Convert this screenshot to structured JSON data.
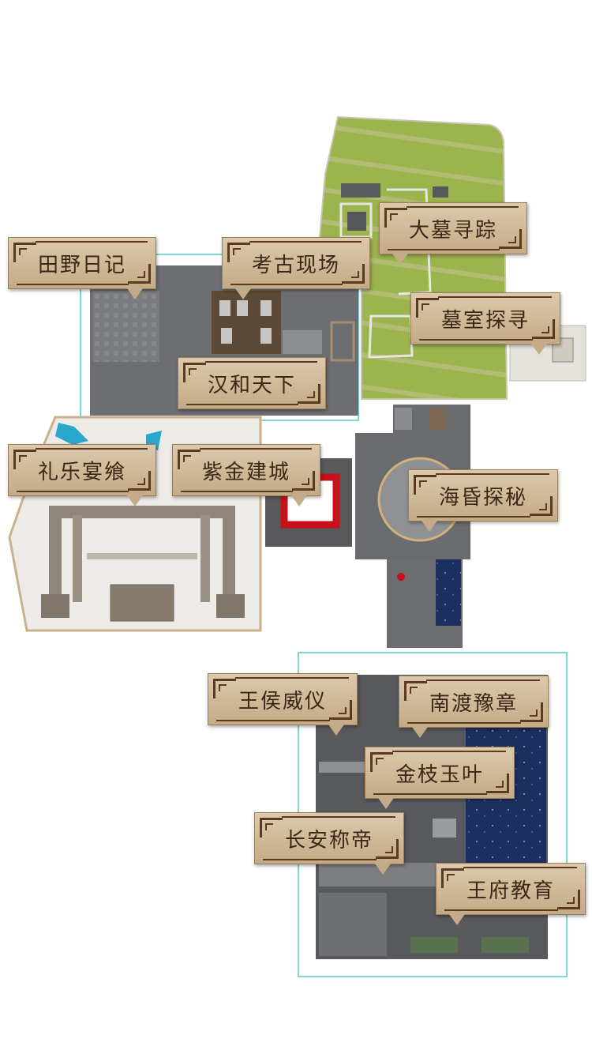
{
  "colors": {
    "label_bg": "#d2bc9b",
    "label_border": "#5b3a1e",
    "label_text": "#3a2718",
    "floor_grey": "#7b7c80",
    "lawn_green": "#9cb44d",
    "water_blue": "#1d2f5e",
    "accent_red": "#c8101a",
    "outline_cyan": "#7fd6d4"
  },
  "labels": {
    "tianye": "田野日记",
    "kaogu": "考古现场",
    "damu": "大墓寻踪",
    "mushi": "墓室探寻",
    "hanhe": "汉和天下",
    "liyue": "礼乐宴飨",
    "zijin": "紫金建城",
    "haihun": "海昏探秘",
    "wanghou": "王侯威仪",
    "nandu": "南渡豫章",
    "jinzhi": "金枝玉叶",
    "changan": "长安称帝",
    "wangfu": "王府教育"
  }
}
